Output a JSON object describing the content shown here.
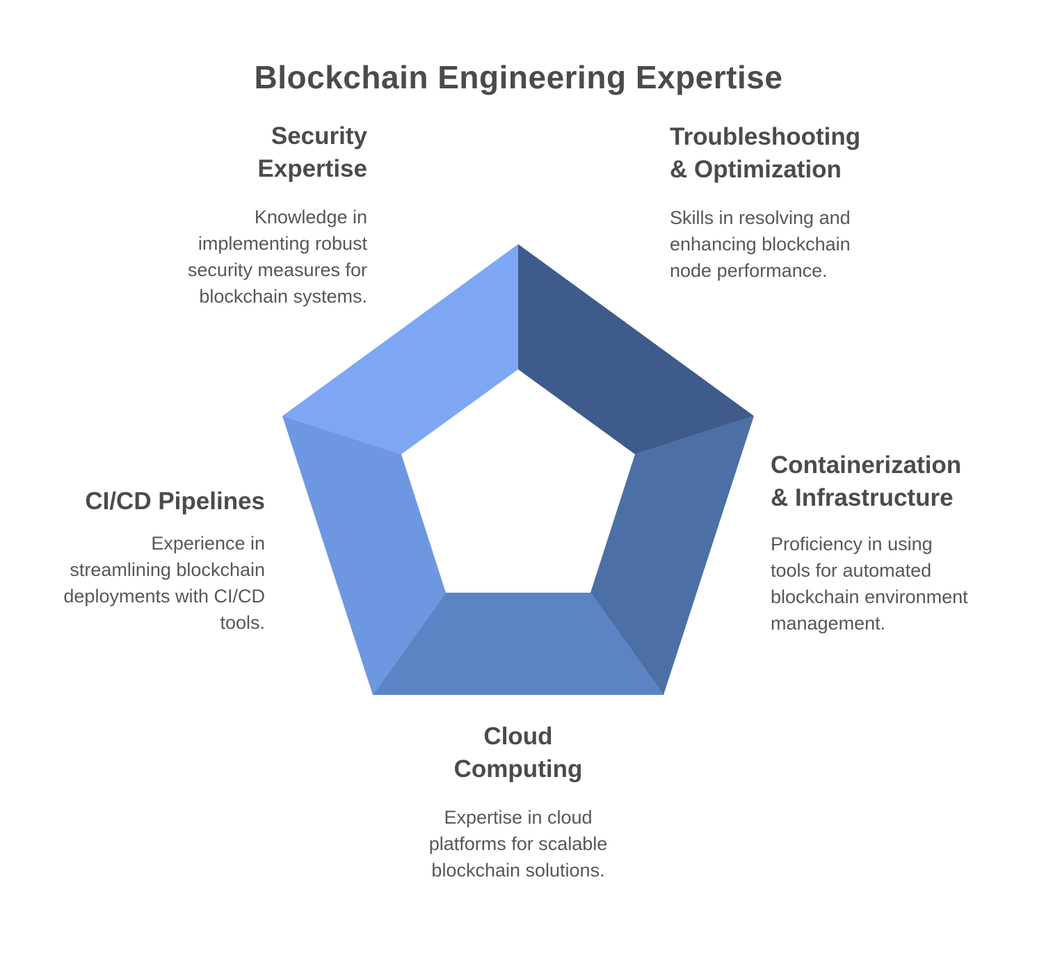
{
  "title": "Blockchain Engineering Expertise",
  "palette": {
    "background": "#FFFFFF",
    "heading": "#4B4B4B",
    "body": "#575757"
  },
  "sections": {
    "security": {
      "heading": "Security\nExpertise",
      "description": "Knowledge in\nimplementing robust\nsecurity measures for\nblockchain systems."
    },
    "troubleshooting": {
      "heading": "Troubleshooting\n& Optimization",
      "description": "Skills in resolving and\nenhancing blockchain\nnode performance."
    },
    "containerization": {
      "heading": "Containerization\n& Infrastructure",
      "description": "Proficiency in using\ntools for automated\nblockchain environment\nmanagement."
    },
    "cloud": {
      "heading": "Cloud\nComputing",
      "description": "Expertise in cloud\nplatforms for scalable\nblockchain solutions."
    },
    "cicd": {
      "heading": "CI/CD Pipelines",
      "description": "Experience in\nstreamlining blockchain\ndeployments with CI/CD\ntools."
    }
  },
  "pentagon": {
    "segments": [
      {
        "name": "security-top-left",
        "color": "#7EA7F3"
      },
      {
        "name": "troubleshooting-top-right",
        "color": "#3E5B8B"
      },
      {
        "name": "containerization-right",
        "color": "#4C70A6"
      },
      {
        "name": "cloud-bottom",
        "color": "#5C84C5"
      },
      {
        "name": "cicd-left",
        "color": "#6D97E0"
      }
    ]
  }
}
